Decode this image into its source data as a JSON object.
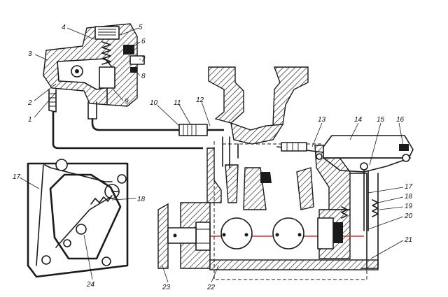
{
  "figure": {
    "background": "#ffffff",
    "line_color": "#1a1a1a",
    "accent_line_color": "#e03030",
    "callouts": [
      "1",
      "2",
      "3",
      "4",
      "5",
      "6",
      "7",
      "8",
      "9",
      "10",
      "11",
      "12",
      "13",
      "14",
      "15",
      "16",
      "17",
      "18",
      "19",
      "20",
      "21",
      "22",
      "23",
      "24"
    ],
    "callouts_left_panel": [
      "17",
      "18",
      "24"
    ]
  }
}
